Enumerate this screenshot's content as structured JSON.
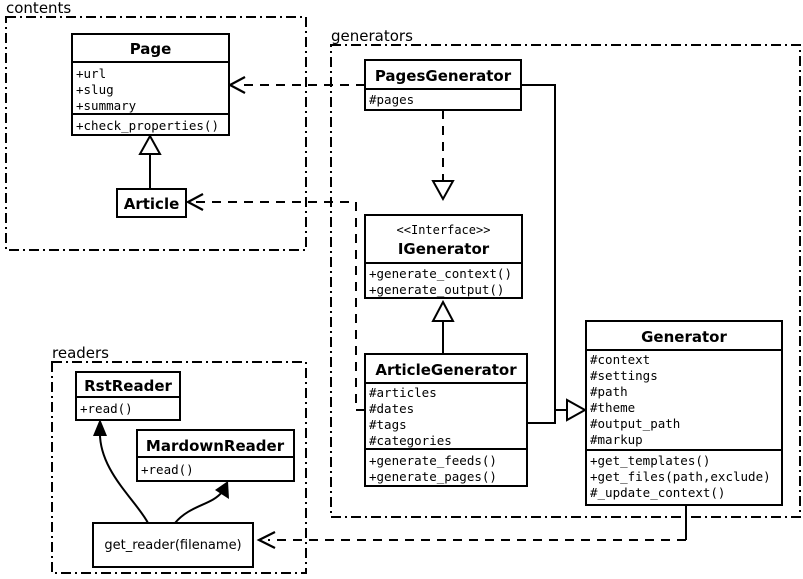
{
  "diagram": {
    "title": "UML class diagram",
    "background_color": "#ffffff",
    "line_color": "#000000"
  },
  "packages": [
    {
      "id": "contents",
      "label": "contents"
    },
    {
      "id": "generators",
      "label": "generators"
    },
    {
      "id": "readers",
      "label": "readers"
    }
  ],
  "classes": {
    "page": {
      "name": "Page",
      "attributes": [
        "+url",
        "+slug",
        "+summary"
      ],
      "methods": [
        "+check_properties()"
      ]
    },
    "article": {
      "name": "Article",
      "attributes": [],
      "methods": []
    },
    "pages_generator": {
      "name": "PagesGenerator",
      "attributes": [
        "#pages"
      ],
      "methods": []
    },
    "igenerator": {
      "stereotype": "<<Interface>>",
      "name": "IGenerator",
      "attributes": [],
      "methods": [
        "+generate_context()",
        "+generate_output()"
      ]
    },
    "article_generator": {
      "name": "ArticleGenerator",
      "attributes": [
        "#articles",
        "#dates",
        "#tags",
        "#categories"
      ],
      "methods": [
        "+generate_feeds()",
        "+generate_pages()"
      ]
    },
    "generator": {
      "name": "Generator",
      "attributes": [
        "#context",
        "#settings",
        "#path",
        "#theme",
        "#output_path",
        "#markup"
      ],
      "methods": [
        "+get_templates()",
        "+get_files(path,exclude)",
        "#_update_context()"
      ]
    },
    "rst_reader": {
      "name": "RstReader",
      "attributes": [],
      "methods": [
        "+read()"
      ]
    },
    "mardown_reader": {
      "name": "MardownReader",
      "attributes": [],
      "methods": [
        "+read()"
      ]
    },
    "get_reader": {
      "name": "get_reader(filename)"
    }
  },
  "relations": [
    {
      "id": "article-page",
      "type": "generalization",
      "from": "Article",
      "to": "Page"
    },
    {
      "id": "pagesgenerator-igenerator",
      "type": "realization",
      "from": "PagesGenerator",
      "to": "IGenerator"
    },
    {
      "id": "articlegenerator-igenerator",
      "type": "generalization",
      "from": "ArticleGenerator",
      "to": "IGenerator"
    },
    {
      "id": "pagesgenerator-generator",
      "type": "generalization",
      "from": "PagesGenerator",
      "to": "Generator"
    },
    {
      "id": "articlegenerator-generator",
      "type": "generalization",
      "from": "ArticleGenerator",
      "to": "Generator"
    },
    {
      "id": "pagesgenerator-page",
      "type": "dependency",
      "from": "PagesGenerator",
      "to": "Page"
    },
    {
      "id": "articlegenerator-article",
      "type": "dependency",
      "from": "ArticleGenerator",
      "to": "Article"
    },
    {
      "id": "generator-getreader",
      "type": "dependency",
      "from": "Generator",
      "to": "get_reader(filename)"
    },
    {
      "id": "getreader-rstreader",
      "type": "instantiates",
      "from": "get_reader(filename)",
      "to": "RstReader"
    },
    {
      "id": "getreader-mardownreader",
      "type": "instantiates",
      "from": "get_reader(filename)",
      "to": "MardownReader"
    }
  ]
}
